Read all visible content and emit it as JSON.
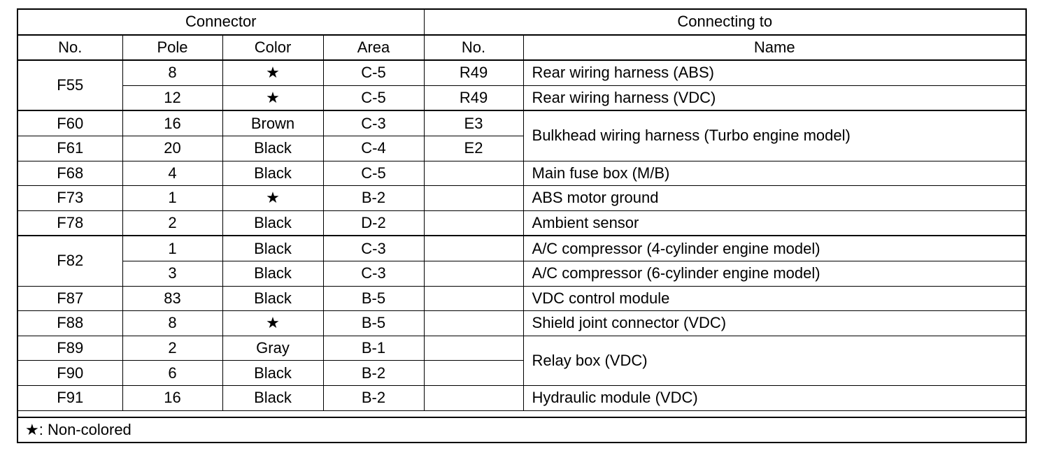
{
  "header": {
    "connector_label": "Connector",
    "connecting_to_label": "Connecting to",
    "col_no": "No.",
    "col_pole": "Pole",
    "col_color": "Color",
    "col_area": "Area",
    "col_to_no": "No.",
    "col_name": "Name"
  },
  "rows": [
    {
      "no": "F55",
      "pole": "8",
      "color": "★",
      "area": "C-5",
      "to_no": "R49",
      "name": "Rear wiring harness (ABS)"
    },
    {
      "pole": "12",
      "color": "★",
      "area": "C-5",
      "to_no": "R49",
      "name": "Rear wiring harness (VDC)"
    },
    {
      "no": "F60",
      "pole": "16",
      "color": "Brown",
      "area": "C-3",
      "to_no": "E3",
      "name": "Bulkhead wiring harness (Turbo engine model)"
    },
    {
      "no": "F61",
      "pole": "20",
      "color": "Black",
      "area": "C-4",
      "to_no": "E2"
    },
    {
      "no": "F68",
      "pole": "4",
      "color": "Black",
      "area": "C-5",
      "to_no": "",
      "name": "Main fuse box (M/B)"
    },
    {
      "no": "F73",
      "pole": "1",
      "color": "★",
      "area": "B-2",
      "to_no": "",
      "name": "ABS motor ground"
    },
    {
      "no": "F78",
      "pole": "2",
      "color": "Black",
      "area": "D-2",
      "to_no": "",
      "name": "Ambient sensor"
    },
    {
      "no": "F82",
      "pole": "1",
      "color": "Black",
      "area": "C-3",
      "to_no": "",
      "name": "A/C compressor (4-cylinder engine model)"
    },
    {
      "pole": "3",
      "color": "Black",
      "area": "C-3",
      "to_no": "",
      "name": "A/C compressor (6-cylinder engine model)"
    },
    {
      "no": "F87",
      "pole": "83",
      "color": "Black",
      "area": "B-5",
      "to_no": "",
      "name": "VDC control module"
    },
    {
      "no": "F88",
      "pole": "8",
      "color": "★",
      "area": "B-5",
      "to_no": "",
      "name": "Shield joint connector (VDC)"
    },
    {
      "no": "F89",
      "pole": "2",
      "color": "Gray",
      "area": "B-1",
      "to_no": "",
      "name": "Relay box (VDC)"
    },
    {
      "no": "F90",
      "pole": "6",
      "color": "Black",
      "area": "B-2",
      "to_no": ""
    },
    {
      "no": "F91",
      "pole": "16",
      "color": "Black",
      "area": "B-2",
      "to_no": "",
      "name": "Hydraulic module (VDC)"
    }
  ],
  "footnote": "★: Non-colored"
}
